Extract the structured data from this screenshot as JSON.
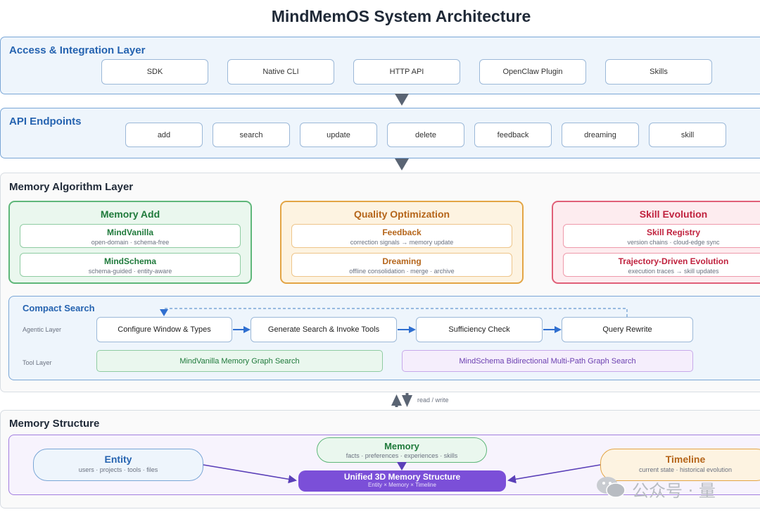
{
  "title": "MindMemOS System Architecture",
  "access_layer": {
    "title": "Access & Integration Layer",
    "items": [
      "SDK",
      "Native CLI",
      "HTTP API",
      "OpenClaw Plugin",
      "Skills"
    ]
  },
  "api_layer": {
    "title": "API Endpoints",
    "items": [
      "add",
      "search",
      "update",
      "delete",
      "feedback",
      "dreaming",
      "skill"
    ]
  },
  "algorithm_layer": {
    "title": "Memory Algorithm Layer",
    "memory_add": {
      "title": "Memory Add",
      "items": [
        {
          "title": "MindVanilla",
          "desc": "open-domain · schema-free"
        },
        {
          "title": "MindSchema",
          "desc": "schema-guided · entity-aware"
        }
      ]
    },
    "quality": {
      "title": "Quality Optimization",
      "items": [
        {
          "title": "Feedback",
          "desc": "correction signals → memory update"
        },
        {
          "title": "Dreaming",
          "desc": "offline consolidation · merge · archive"
        }
      ]
    },
    "skill_evolution": {
      "title": "Skill Evolution",
      "items": [
        {
          "title": "Skill Registry",
          "desc": "version chains · cloud-edge sync"
        },
        {
          "title": "Trajectory-Driven Evolution",
          "desc": "execution traces → skill updates"
        }
      ]
    },
    "compact_search": {
      "title": "Compact Search",
      "agentic_label": "Agentic Layer",
      "tool_label": "Tool Layer",
      "steps": [
        "Configure Window & Types",
        "Generate Search & Invoke Tools",
        "Sufficiency Check",
        "Query Rewrite"
      ],
      "tools": [
        "MindVanilla Memory Graph Search",
        "MindSchema Bidirectional Multi-Path Graph Search"
      ]
    }
  },
  "rw_label": "read / write",
  "structure_layer": {
    "title": "Memory Structure",
    "entity": {
      "title": "Entity",
      "desc": "users · projects · tools · files"
    },
    "memory": {
      "title": "Memory",
      "desc": "facts · preferences · experiences · skills"
    },
    "timeline": {
      "title": "Timeline",
      "desc": "current state · historical evolution"
    },
    "unified": {
      "title": "Unified 3D Memory Structure",
      "desc": "Entity × Memory × Timeline"
    }
  },
  "watermark": "公众号 · 量",
  "colors": {
    "accent_blue": "#2563b0",
    "green": "#5fb77a",
    "orange": "#e3a545",
    "red": "#e06078",
    "purple": "#7b4fd8",
    "arrow": "#2f6fd0"
  }
}
